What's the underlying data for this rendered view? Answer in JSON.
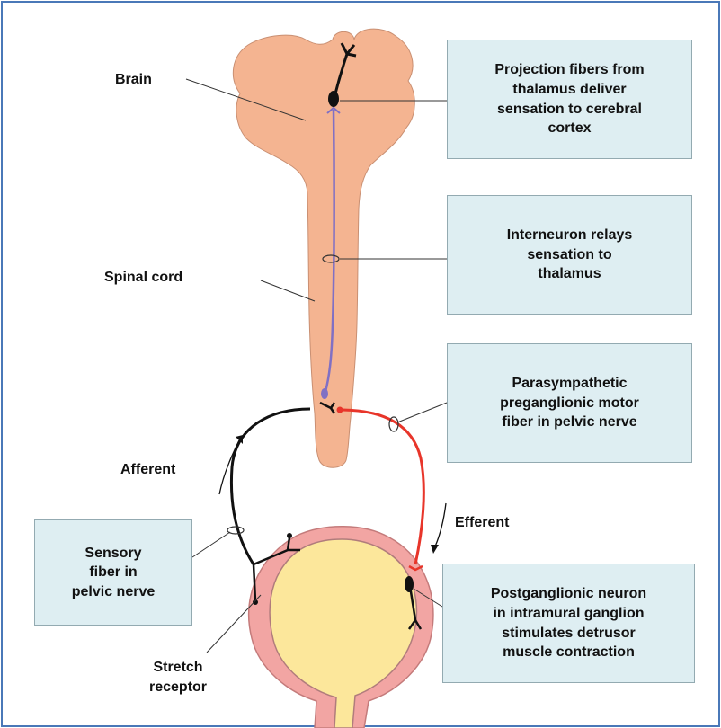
{
  "diagram": {
    "labels": {
      "brain": "Brain",
      "spinal_cord": "Spinal cord",
      "afferent": "Afferent",
      "efferent": "Efferent",
      "stretch_receptor": "Stretch\nreceptor"
    },
    "boxes": {
      "projection": "Projection fibers from\nthalamus deliver\nsensation to cerebral\ncortex",
      "interneuron": "Interneuron relays\nsensation to\nthalamus",
      "parasympathetic": "Parasympathetic\npreganglionic motor\nfiber in pelvic nerve",
      "sensory": "Sensory\nfiber in\npelvic nerve",
      "postganglionic": "Postganglionic neuron\nin intramural ganglion\nstimulates detrusor\nmuscle contraction"
    }
  },
  "colors": {
    "tissue": "#f4b491",
    "bladder_wall": "#f2a5a3",
    "bladder_lumen": "#fce79b",
    "afferent_fiber": "#111111",
    "efferent_fiber": "#e8352a",
    "interneuron": "#8070c4",
    "box_fill": "#deeef2",
    "frame": "#4a78b8"
  }
}
